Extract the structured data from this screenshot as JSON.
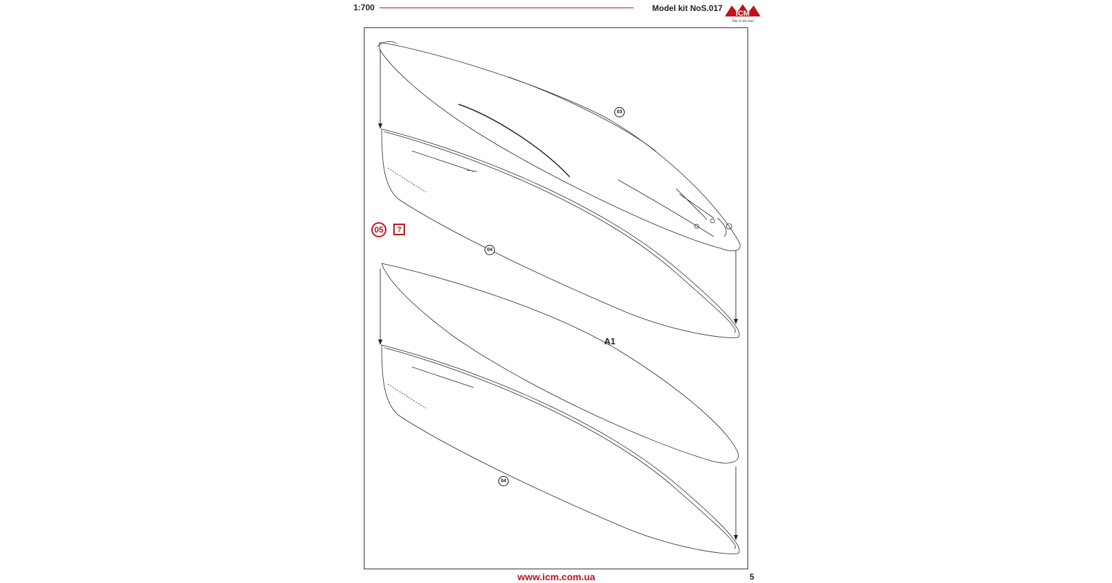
{
  "header": {
    "scale": "1:700",
    "model_kit": "Model kit NoS.017",
    "brand": "ICM",
    "brand_tagline": "Take in the lead"
  },
  "step": {
    "number": "05",
    "note_symbol": "?"
  },
  "parts": {
    "deck_top": "03",
    "hull_upper": "04",
    "hull_lower": "04",
    "sheet": "A1"
  },
  "footer": {
    "website": "www.icm.com.ua",
    "page_number": "5"
  },
  "colors": {
    "accent": "#c0121c",
    "line": "#222222"
  }
}
